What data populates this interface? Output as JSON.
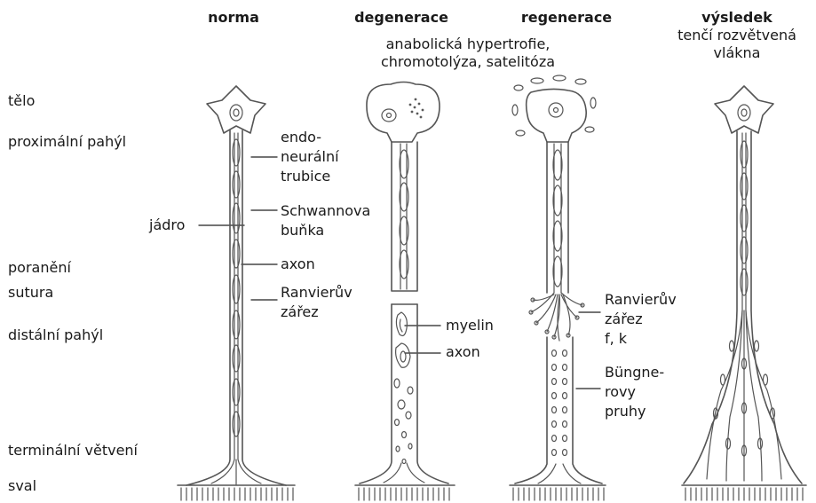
{
  "headers": {
    "norma": "norma",
    "degenerace": "degenerace",
    "regenerace": "regenerace",
    "vysledek": "výsledek"
  },
  "subtitles": {
    "degenerace_line1": "anabolická hypertrofie,",
    "degenerace_line2": "chromotolýza, satelitóza",
    "vysledek_line1": "tenčí rozvětvená",
    "vysledek_line2": "vlákna"
  },
  "row_labels": [
    "tělo",
    "proximální pahýl",
    "poranění",
    "sutura",
    "distální pahýl",
    "terminální větvení",
    "sval"
  ],
  "annotations": {
    "endo_1": "endo-",
    "endo_2": "neurální",
    "endo_3": "trubice",
    "schwann_1": "Schwannova",
    "schwann_2": "buňka",
    "jadro": "jádro",
    "axon_norma": "axon",
    "ranvier_norma_1": "Ranvierův",
    "ranvier_norma_2": "zářez",
    "myelin": "myelin",
    "axon_deg": "axon",
    "ranvier_reg_1": "Ranvierův",
    "ranvier_reg_2": "zářez",
    "ranvier_reg_3": "f, k",
    "bungner_1": "Büngne-",
    "bungner_2": "rovy",
    "bungner_3": "pruhy"
  }
}
